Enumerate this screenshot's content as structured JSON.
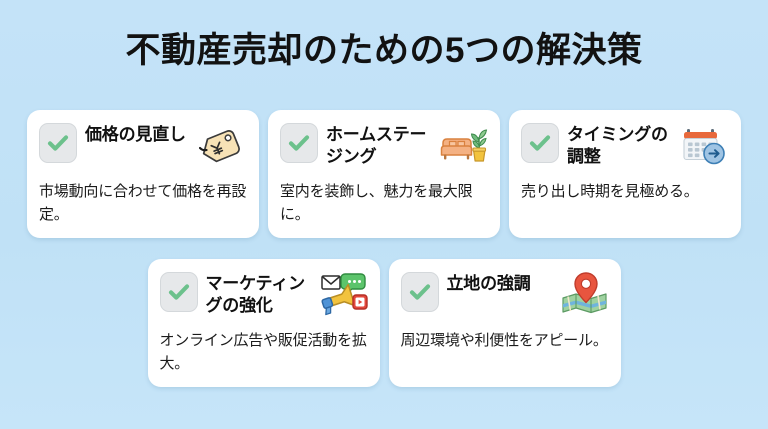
{
  "page": {
    "background_color": "#c2e2f7",
    "title": "不動産売却のための5つの解決策"
  },
  "theme": {
    "card_background": "#ffffff",
    "checkbox_fill": "#e6e8ea",
    "check_color": "#6cc18c",
    "title_color": "#121212",
    "body_color": "#1b1b1b"
  },
  "cards": [
    {
      "id": "price-review",
      "check_label": "checked",
      "title": "価格の見直し",
      "body": "市場動向に合わせて価格を再設定。",
      "icon_name": "price-tag-icon"
    },
    {
      "id": "home-staging",
      "check_label": "checked",
      "title": "ホームステージング",
      "body": "室内を装飾し、魅力を最大限に。",
      "icon_name": "sofa-plant-icon"
    },
    {
      "id": "timing-adjustment",
      "check_label": "checked",
      "title": "タイミングの調整",
      "body": "売り出し時期を見極める。",
      "icon_name": "calendar-arrow-icon"
    },
    {
      "id": "marketing-boost",
      "check_label": "checked",
      "title": "マーケティングの強化",
      "body": "オンライン広告や販促活動を拡大。",
      "icon_name": "megaphone-media-icon"
    },
    {
      "id": "location-emphasis",
      "check_label": "checked",
      "title": "立地の強調",
      "body": "周辺環境や利便性をアピール。",
      "icon_name": "map-pin-icon"
    }
  ]
}
